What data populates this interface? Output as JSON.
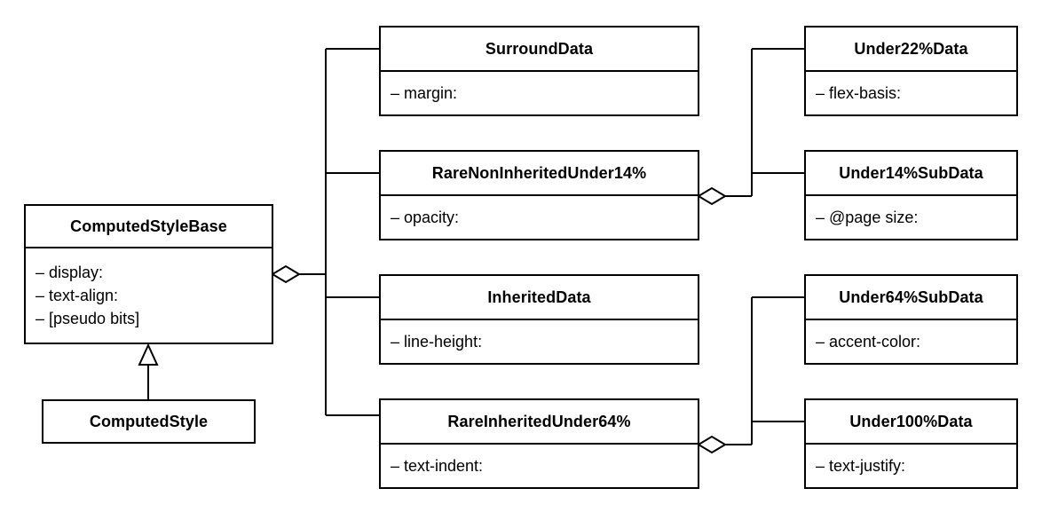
{
  "diagram": {
    "type": "uml-class-diagram",
    "background_color": "#ffffff",
    "line_color": "#000000",
    "classes": {
      "computedStyleBase": {
        "title": "ComputedStyleBase",
        "fields": [
          "– display:",
          "– text-align:",
          "– [pseudo bits]"
        ]
      },
      "computedStyle": {
        "title": "ComputedStyle",
        "fields": []
      },
      "surroundData": {
        "title": "SurroundData",
        "fields": [
          "– margin:"
        ]
      },
      "rareNonInheritedUnder14": {
        "title": "RareNonInheritedUnder14%",
        "fields": [
          "– opacity:"
        ]
      },
      "inheritedData": {
        "title": "InheritedData",
        "fields": [
          "– line-height:"
        ]
      },
      "rareInheritedUnder64": {
        "title": "RareInheritedUnder64%",
        "fields": [
          "– text-indent:"
        ]
      },
      "under22Data": {
        "title": "Under22%Data",
        "fields": [
          "– flex-basis:"
        ]
      },
      "under14SubData": {
        "title": "Under14%SubData",
        "fields": [
          "– @page size:"
        ]
      },
      "under64SubData": {
        "title": "Under64%SubData",
        "fields": [
          "– accent-color:"
        ]
      },
      "under100Data": {
        "title": "Under100%Data",
        "fields": [
          "– text-justify:"
        ]
      }
    },
    "relations": [
      {
        "type": "inheritance",
        "from": "ComputedStyle",
        "to": "ComputedStyleBase"
      },
      {
        "type": "aggregation",
        "from": "ComputedStyleBase",
        "to": [
          "SurroundData",
          "RareNonInheritedUnder14%",
          "InheritedData",
          "RareInheritedUnder64%"
        ]
      },
      {
        "type": "aggregation",
        "from": "RareNonInheritedUnder14%",
        "to": [
          "Under22%Data",
          "Under14%SubData"
        ]
      },
      {
        "type": "aggregation",
        "from": "RareInheritedUnder64%",
        "to": [
          "Under64%SubData",
          "Under100%Data"
        ]
      }
    ]
  }
}
